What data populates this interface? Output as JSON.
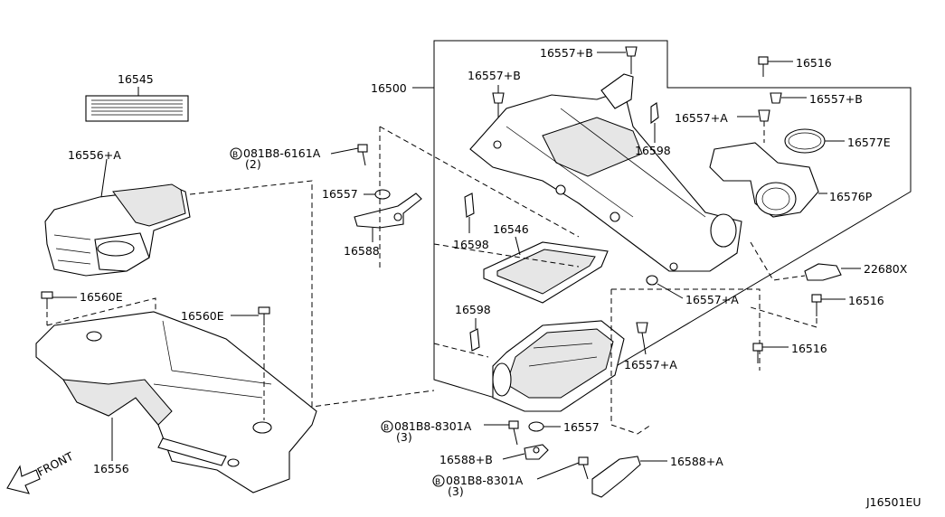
{
  "labels": {
    "p16545": "16545",
    "p16556a": "16556+A",
    "p16560e_1": "16560E",
    "p16560e_2": "16560E",
    "p16556": "16556",
    "front": "FRONT",
    "p081b8_6161a": "081B8-6161A",
    "qty2": "(2)",
    "p16557_left": "16557",
    "p16588": "16588",
    "p16500": "16500",
    "p16557b_top": "16557+B",
    "p16557b_mid": "16557+B",
    "p16598_a": "16598",
    "p16598_b": "16598",
    "p16598_c": "16598",
    "p16546": "16546",
    "p16516_top": "16516",
    "p16557b_right": "16557+B",
    "p16557a_top": "16557+A",
    "p16577e": "16577E",
    "p16576p": "16576P",
    "p22680x": "22680X",
    "p16557a_mid": "16557+A",
    "p16516_mid": "16516",
    "p16516_low": "16516",
    "p16557a_low": "16557+A",
    "p081b8_8301a_1": "081B8-8301A",
    "qty3_1": "(3)",
    "p16557_bottom": "16557",
    "p16588b": "16588+B",
    "p081b8_8301a_2": "081B8-8301A",
    "qty3_2": "(3)",
    "p16588a": "16588+A",
    "diagram_code": "J16501EU"
  },
  "bolt_badge": "B"
}
